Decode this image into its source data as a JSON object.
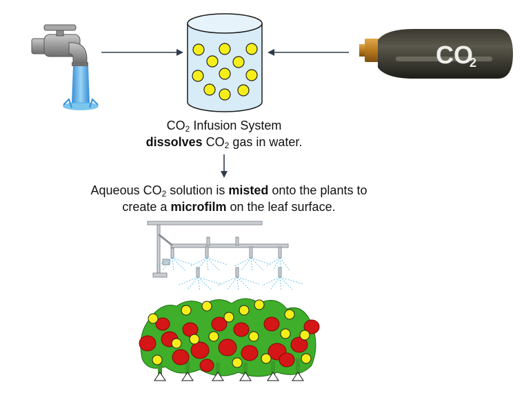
{
  "figure": {
    "caption_top": {
      "co2": "CO",
      "sub": "2",
      "infusion": " Infusion System",
      "dissolves": "dissolves",
      "co2b": " CO",
      "sub2": "2",
      "gas": " gas in water."
    },
    "caption_bottom": {
      "pre": "Aqueous CO",
      "sub": "2",
      "mid": " solution is ",
      "misted": "misted",
      "post": " onto the plants to",
      "line2_pre": "create a ",
      "microfilm": "microfilm",
      "line2_post": " on the leaf surface."
    },
    "tank_label": "CO",
    "tank_label_sub": "2",
    "colors": {
      "arrow": "#2f3b4c",
      "bubble": "#f5ee1a",
      "bubble_stroke": "#222222",
      "water": "#d7ecf7",
      "tank": "#2b2a24",
      "tomato": "#d51616",
      "leaf": "#3fae2a"
    }
  }
}
